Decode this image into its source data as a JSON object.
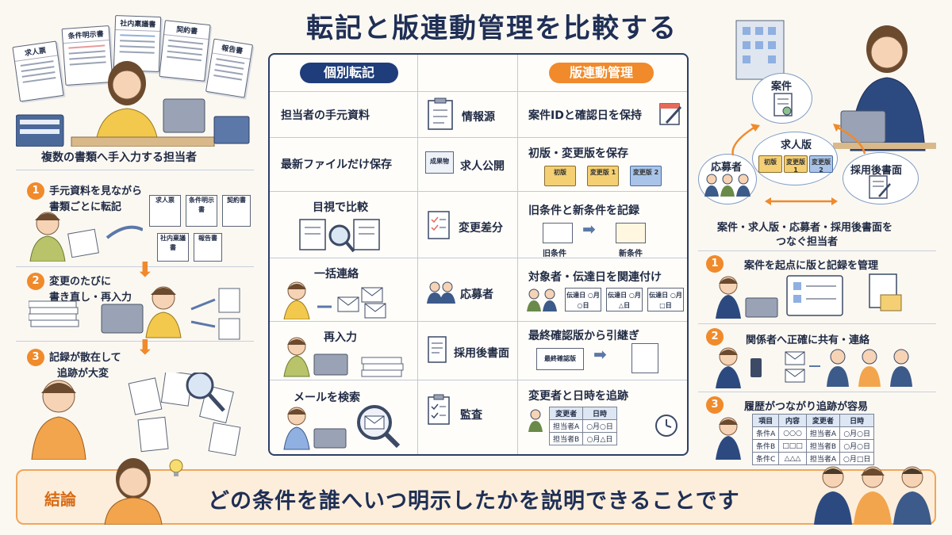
{
  "title": "転記と版連動管理を比較する",
  "left": {
    "top_caption": "複数の書類へ手入力する担当者",
    "docs": [
      "求人票",
      "条件明示書",
      "社内稟議書",
      "契約書",
      "報告書"
    ],
    "step1": {
      "num": "1",
      "text1": "手元資料を見ながら",
      "text2": "書類ごとに転記",
      "docs": [
        "求人票",
        "条件明示書",
        "契約書",
        "社内稟議書",
        "報告書"
      ]
    },
    "step2": {
      "num": "2",
      "text1": "変更のたびに",
      "text2": "書き直し・再入力"
    },
    "step3": {
      "num": "3",
      "text1": "記録が散在して",
      "text2": "追跡が大変"
    }
  },
  "table": {
    "col_left": "個別転記",
    "col_right": "版連動管理",
    "rows": [
      {
        "left": "担当者の手元資料",
        "mid": "情報源",
        "right": "案件IDと確認日を保持"
      },
      {
        "left": "最新ファイルだけ保存",
        "mid": "求人公開",
        "mid_icon": "成果物",
        "right": "初版・変更版を保存",
        "folders": [
          "初版",
          "変更版 1",
          "変更版 2"
        ]
      },
      {
        "left": "目視で比較",
        "mid": "変更差分",
        "right": "旧条件と新条件を記録",
        "sub": [
          "旧条件",
          "新条件"
        ]
      },
      {
        "left": "一括連絡",
        "mid": "応募者",
        "right": "対象者・伝達日を関連付け",
        "dates": [
          "伝達日 ○月○日",
          "伝達日 ○月△日",
          "伝達日 ○月□日"
        ]
      },
      {
        "left": "再入力",
        "mid": "採用後書面",
        "right": "最終確認版から引継ぎ",
        "doc": "最終確認版"
      },
      {
        "left": "メールを検索",
        "mid": "監査",
        "right": "変更者と日時を追跡",
        "log": {
          "headers": [
            "変更者",
            "日時"
          ],
          "rows": [
            [
              "担当者A",
              "○月○日"
            ],
            [
              "担当者B",
              "○月△日"
            ]
          ]
        }
      }
    ]
  },
  "right": {
    "nodes": {
      "case": "案件",
      "version": "求人版",
      "applicant": "応募者",
      "post": "採用後書面"
    },
    "folders": [
      "初版",
      "変更版 1",
      "変更版 2"
    ],
    "caption1": "案件・求人版・応募者・採用後書面を",
    "caption2": "つなぐ担当者",
    "step1": {
      "num": "1",
      "text": "案件を起点に版と記録を管理"
    },
    "step2": {
      "num": "2",
      "text": "関係者へ正確に共有・連絡"
    },
    "step3": {
      "num": "3",
      "text": "履歴がつながり追跡が容易",
      "headers": [
        "項目",
        "内容",
        "変更者",
        "日時"
      ],
      "rows": [
        [
          "条件A",
          "○○○",
          "担当者A",
          "○月○日"
        ],
        [
          "条件B",
          "□□□",
          "担当者B",
          "○月○日"
        ],
        [
          "条件C",
          "△△△",
          "担当者A",
          "○月□日"
        ]
      ]
    }
  },
  "conclusion": {
    "label": "結論",
    "text": "どの条件を誰へいつ明示したかを説明できることです"
  },
  "colors": {
    "navy": "#1f3d7a",
    "orange": "#f08a2b",
    "cream": "#fdeedb"
  }
}
